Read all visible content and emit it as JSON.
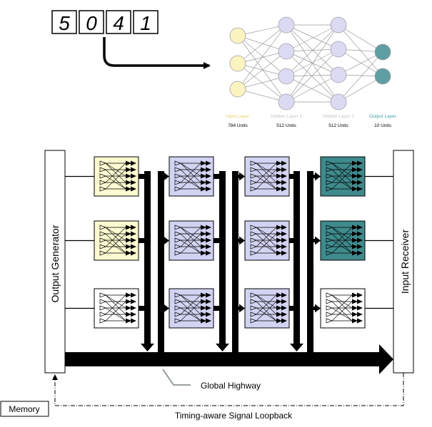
{
  "digits": [
    "5",
    "0",
    "4",
    "1"
  ],
  "network": {
    "layers": [
      {
        "name": "Input Layer",
        "units": "784 Units",
        "node_color": "#fbf3c0",
        "label_color": "#e8cf6a"
      },
      {
        "name": "Hidden Layer 1",
        "units": "512 Units",
        "node_color": "#dcdaf3",
        "label_color": "#c6c6cf"
      },
      {
        "name": "Hidden Layer 2",
        "units": "512 Units",
        "node_color": "#dcdaf3",
        "label_color": "#c6c6cf"
      },
      {
        "name": "Output Layer",
        "units": "10 Units",
        "node_color": "#5f9ea3",
        "label_color": "#4aa0a8"
      }
    ]
  },
  "hardware": {
    "output_generator": "Output Generator",
    "input_receiver": "Input Receiver",
    "global_highway": "Global Highway",
    "memory": "Memory",
    "loopback": "Timing-aware Signal Loopback",
    "tile_colors": [
      "#fcfad0",
      "#d2d2f2",
      "#d2d2f2",
      "#3f8a8c"
    ]
  }
}
